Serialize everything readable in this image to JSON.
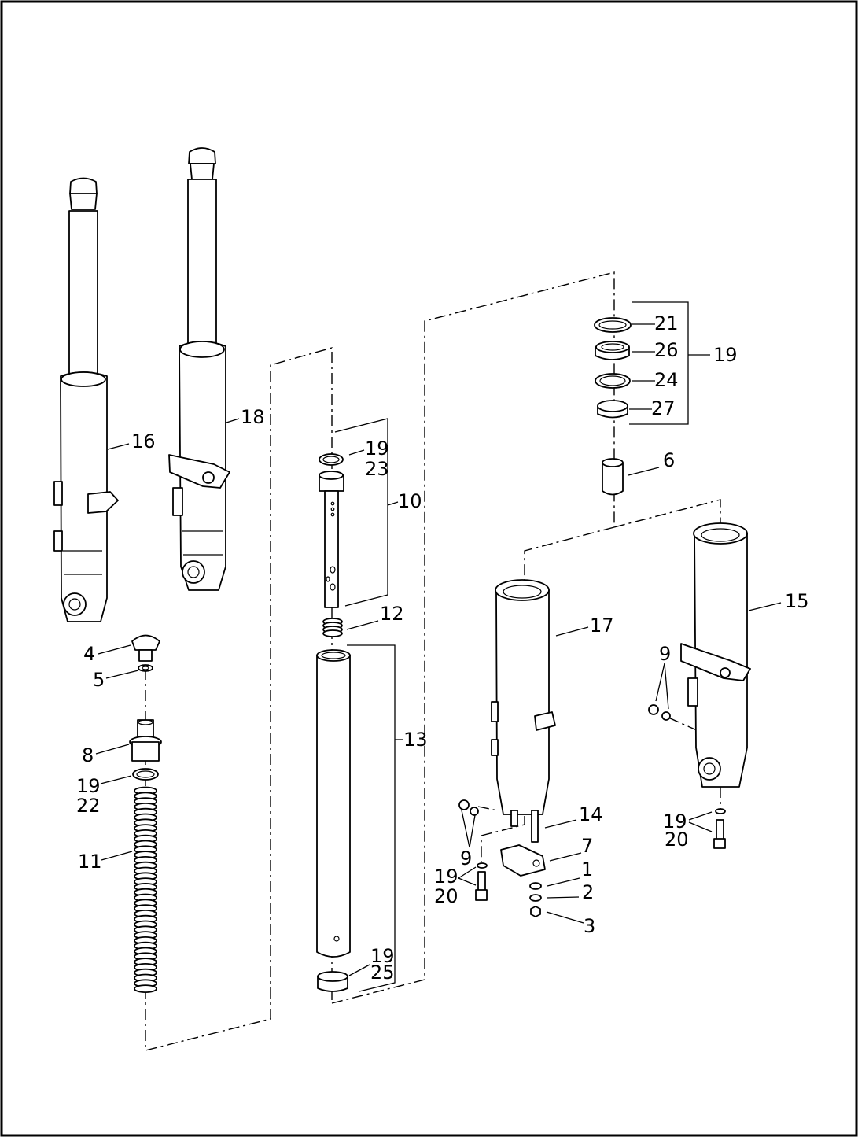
{
  "callouts": {
    "c16": "16",
    "c18": "18",
    "c4": "4",
    "c5": "5",
    "c8": "8",
    "c19a": "19",
    "c22": "22",
    "c11": "11",
    "c19b": "19",
    "c23": "23",
    "c10": "10",
    "c12": "12",
    "c13": "13",
    "c19c": "19",
    "c25": "25",
    "c21": "21",
    "c26": "26",
    "c24": "24",
    "c27": "27",
    "c19d": "19",
    "c6": "6",
    "c17": "17",
    "c15": "15",
    "c9a": "9",
    "c19e": "19",
    "c20a": "20",
    "c14": "14",
    "c9b": "9",
    "c7": "7",
    "c19f": "19",
    "c20b": "20",
    "c1": "1",
    "c2": "2",
    "c3": "3"
  }
}
